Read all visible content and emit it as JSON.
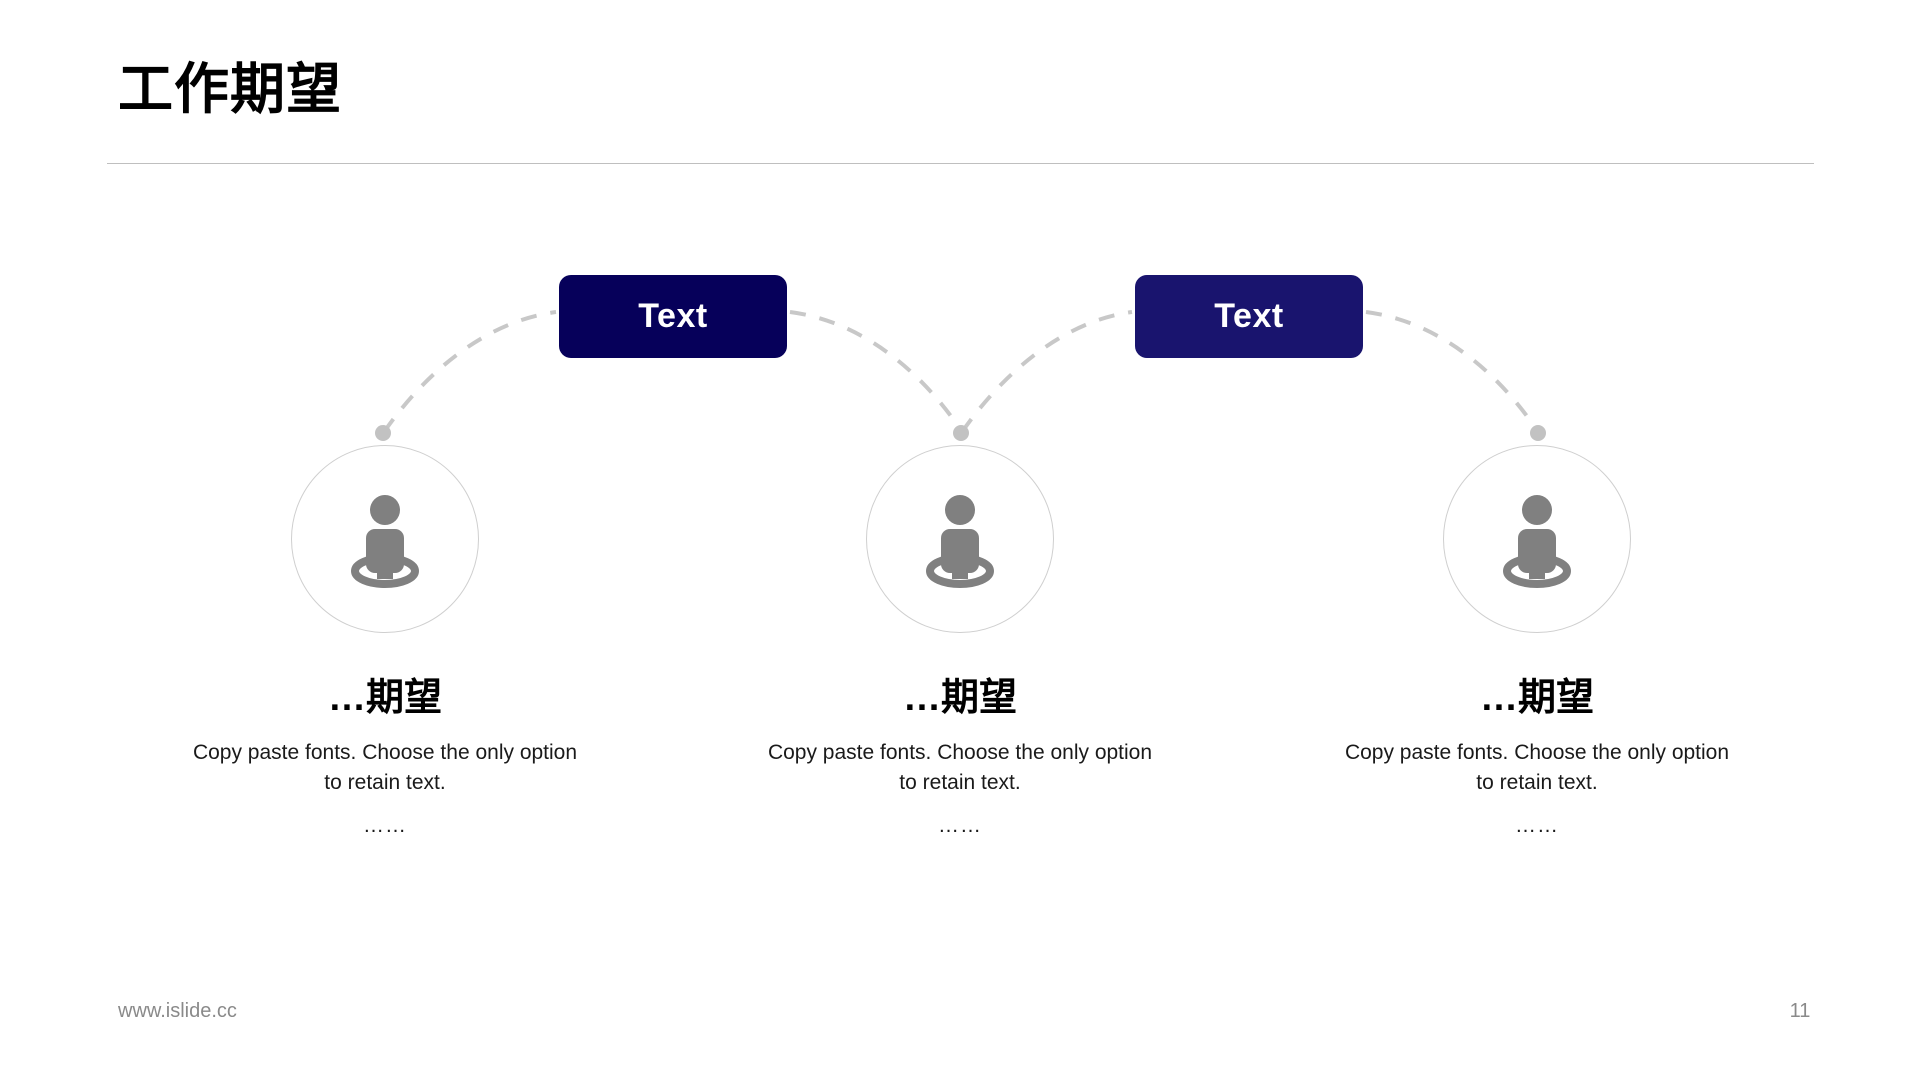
{
  "slide": {
    "title": "工作期望",
    "background_color": "#ffffff",
    "accent_color": "#06005a"
  },
  "text_boxes": [
    {
      "label": "Text",
      "color": "#06005a"
    },
    {
      "label": "Text",
      "color": "#19146e"
    }
  ],
  "columns": [
    {
      "icon": "person-in-circle-icon",
      "heading": "…期望",
      "body": "Copy paste fonts. Choose the only option to retain text.",
      "dots": "……"
    },
    {
      "icon": "person-in-circle-icon",
      "heading": "…期望",
      "body": "Copy paste fonts. Choose the only option to retain text.",
      "dots": "……"
    },
    {
      "icon": "person-in-circle-icon",
      "heading": "…期望",
      "body": "Copy paste fonts. Choose the only option to retain text.",
      "dots": "……"
    }
  ],
  "footer": {
    "url": "www.islide.cc",
    "page_number": "11"
  }
}
